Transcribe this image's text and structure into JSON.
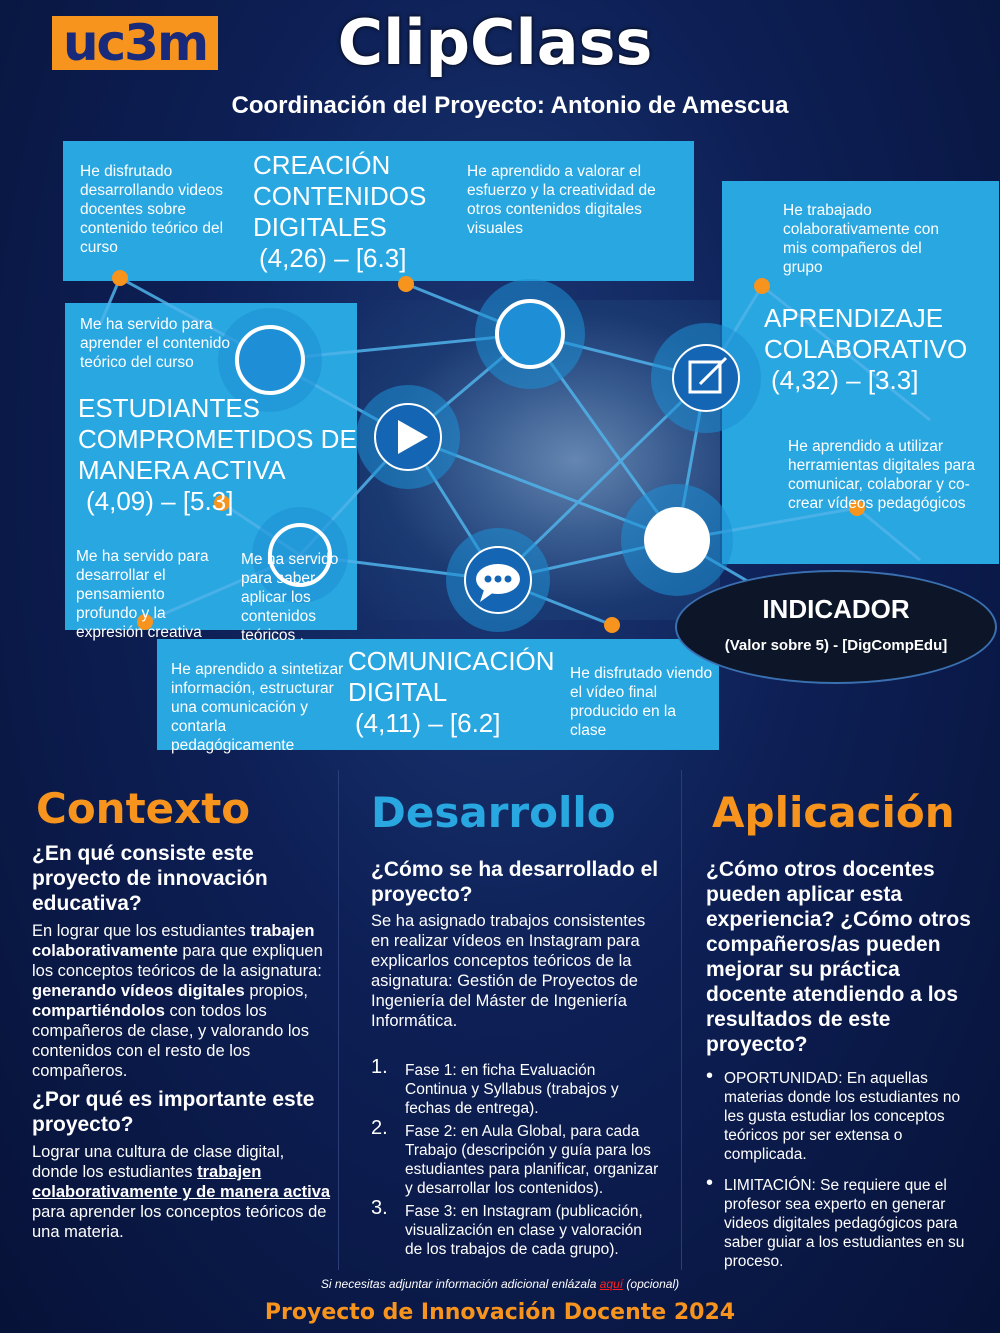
{
  "header": {
    "logo": "uc3m",
    "title": "ClipClass",
    "subtitle": "Coordinación del Proyecto: Antonio de Amescua"
  },
  "colors": {
    "accent": "#f7941d",
    "box": "#29a7e1",
    "node": "#1e8fd6",
    "desarrollo": "#29a7e1"
  },
  "diagram": {
    "creacion": {
      "left_note": "He disfrutado desarrollando videos docentes sobre contenido teórico del curso",
      "title": "CREACIÓN CONTENIDOS DIGITALES",
      "score": "(4,26) – [6.3]",
      "right_note": "He aprendido a valorar el esfuerzo y la creatividad de otros contenidos digitales visuales"
    },
    "estudiantes": {
      "top_note": "Me ha servido para aprender el contenido teórico del curso",
      "title": "ESTUDIANTES COMPROMETIDOS DE MANERA ACTIVA",
      "score": "(4,09) – [5.3]",
      "bottom_left": "Me ha servido para desarrollar el pensamiento profundo y la expresión creativa",
      "bottom_right": "Me ha servido para saber aplicar los contenidos teóricos ."
    },
    "aprendizaje": {
      "top_note": "He trabajado colaborativamente con mis compañeros del grupo",
      "title": "APRENDIZAJE COLABORATIVO",
      "score": "(4,32) – [3.3]",
      "bottom_note": "He aprendido a utilizar herramientas digitales para comunicar, colaborar y co-crear vídeos pedagógicos"
    },
    "comunicacion": {
      "left_note": "He aprendido a sintetizar información, estructurar una comunicación y contarla pedagógicamente",
      "title": "COMUNICACIÓN DIGITAL",
      "score": "(4,11) – [6.2]",
      "right_note": "He disfrutado viendo el vídeo final producido en la clase"
    },
    "indicator": {
      "title": "INDICADOR",
      "subtitle": "(Valor sobre 5) - [DigCompEdu]"
    },
    "icons": [
      "play-icon",
      "edit-icon",
      "chat-icon"
    ]
  },
  "contexto": {
    "heading": "Contexto",
    "q1": "¿En qué consiste este proyecto de innovación educativa?",
    "p1_a": "En lograr que los estudiantes ",
    "p1_b": "trabajen colaborativamente",
    "p1_c": " para que expliquen los conceptos teóricos de la asignatura: ",
    "p1_d": "generando vídeos digitales",
    "p1_e": " propios, ",
    "p1_f": "compartiéndolos",
    "p1_g": " con todos los compañeros de clase, y valorando los contenidos con el resto de los compañeros.",
    "q2": "¿Por qué es importante este proyecto?",
    "p2_a": "Lograr una cultura de clase digital, donde los estudiantes ",
    "p2_b": "trabajen colaborativamente y de manera activa ",
    "p2_c": "para aprender los conceptos teóricos de una materia."
  },
  "desarrollo": {
    "heading": "Desarrollo",
    "q": "¿Cómo se ha desarrollado el proyecto?",
    "p": "Se ha asignado trabajos consistentes en realizar vídeos en Instagram para explicarlos conceptos teóricos de la asignatura: Gestión de Proyectos de Ingeniería del Máster de Ingeniería Informática.",
    "phases": [
      {
        "num": "1.",
        "text": "Fase 1: en ficha Evaluación Continua y Syllabus (trabajos y fechas de entrega)."
      },
      {
        "num": "2.",
        "text": "Fase 2: en Aula Global, para cada Trabajo (descripción y guía para los estudiantes para planificar, organizar y desarrollar los contenidos)."
      },
      {
        "num": "3.",
        "text": "Fase 3: en Instagram (publicación, visualización en clase y valoración de los trabajos de cada grupo)."
      }
    ]
  },
  "aplicacion": {
    "heading": "Aplicación",
    "q": "¿Cómo otros docentes pueden aplicar esta experiencia? ¿Cómo otros compañeros/as pueden mejorar su práctica docente atendiendo a los resultados de este proyecto?",
    "items": [
      "OPORTUNIDAD: En aquellas materias donde los estudiantes no les gusta estudiar los conceptos teóricos por ser extensa o complicada.",
      "LIMITACIÓN: Se requiere que el profesor sea experto en generar videos digitales pedagógicos para saber guiar a los estudiantes en su proceso."
    ]
  },
  "footer": {
    "note_a": "Si necesitas adjuntar información adicional enlázala ",
    "note_link": "aquí",
    "note_b": " (opcional)",
    "title": "Proyecto de Innovación Docente 2024"
  }
}
